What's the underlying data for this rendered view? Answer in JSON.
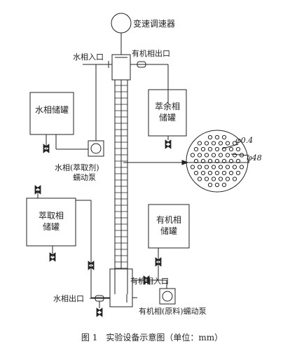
{
  "labels": {
    "speed_controller": "变速调速器",
    "water_inlet": "水相入口",
    "organic_outlet": "有机相出口",
    "water_tank_1": "水相储罐",
    "water_tank_2": "",
    "raffinate_tank_1": "萃余相",
    "raffinate_tank_2": "储罐",
    "water_pump_1": "水相(萃取剂)",
    "water_pump_2": "蠕动泵",
    "extract_tank_1": "萃取相",
    "extract_tank_2": "储罐",
    "organic_tank_1": "有机相",
    "organic_tank_2": "储罐",
    "organic_inlet": "有机相入口",
    "water_outlet": "水相出口",
    "organic_pump": "有机相(原料)蠕动泵",
    "dim_hole": "φ0.4",
    "dim_plate": "φ48",
    "caption": "图 1　实验设备示意图（单位：mm）"
  },
  "colors": {
    "line": "#222222",
    "background": "#ffffff"
  }
}
